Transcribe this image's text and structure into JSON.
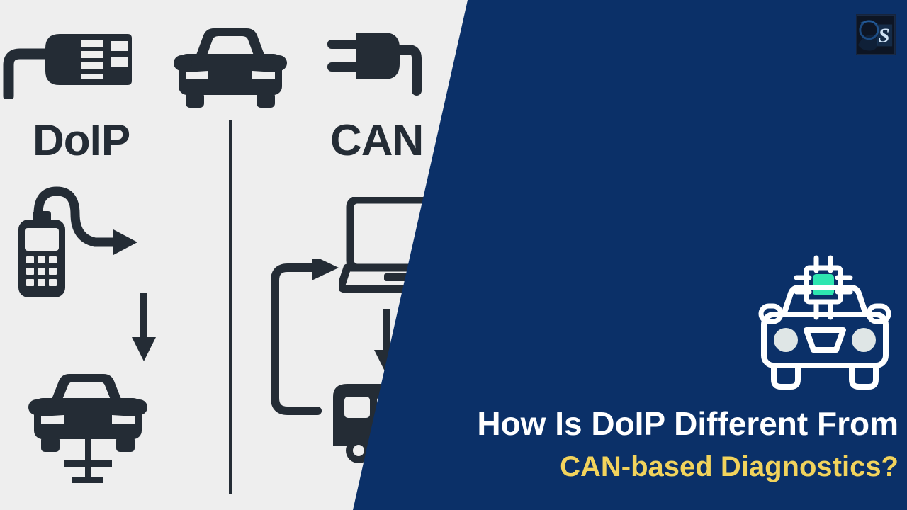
{
  "banner": {
    "background_left_color": "#eeeeee",
    "background_right_color": "#0b3068",
    "icon_dark_color": "#242c35",
    "accent_yellow": "#f2d35c",
    "accent_white": "#ffffff",
    "chip_color": "#2ee6b0"
  },
  "comparison": {
    "left": {
      "label": "DoIP",
      "top_icon": "ethernet-plug-icon",
      "flow_icons": [
        "obd-scanner-icon",
        "curved-arrow-right-icon",
        "arrow-down-icon",
        "car-on-lift-icon"
      ]
    },
    "right": {
      "label": "CAN",
      "top_icon": "power-plug-icon",
      "flow_icons": [
        "elbow-arrow-right-icon",
        "laptop-icon",
        "arrow-down-icon",
        "bus-icon"
      ]
    },
    "center_icon": "car-front-icon",
    "divider": "vertical-divider"
  },
  "title": {
    "line1": "How Is DoIP Different From",
    "line2": "CAN-based Diagnostics?"
  },
  "logo": {
    "name": "brand-logo",
    "letter": "S"
  },
  "hero": {
    "icon": "connected-car-chip-icon"
  }
}
